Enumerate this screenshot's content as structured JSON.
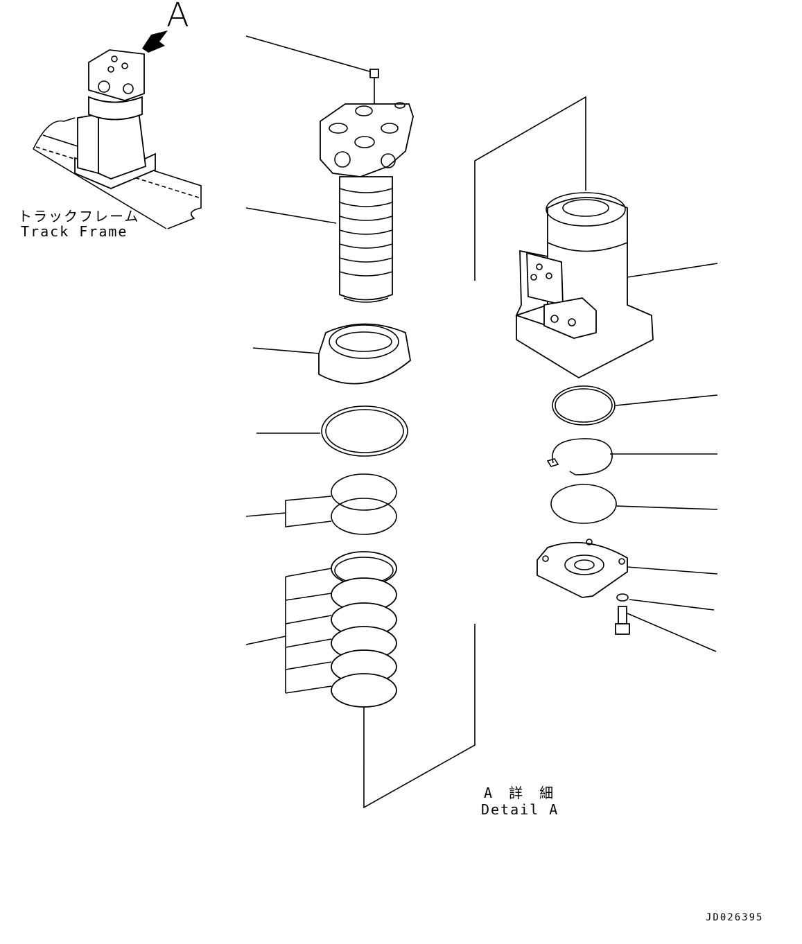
{
  "labels": {
    "view_letter": "A",
    "track_frame_jp": "トラックフレーム",
    "track_frame_en": "Track Frame",
    "detail_jp": "A 詳 細",
    "detail_en": "Detail A",
    "document_id": "JD026395"
  }
}
